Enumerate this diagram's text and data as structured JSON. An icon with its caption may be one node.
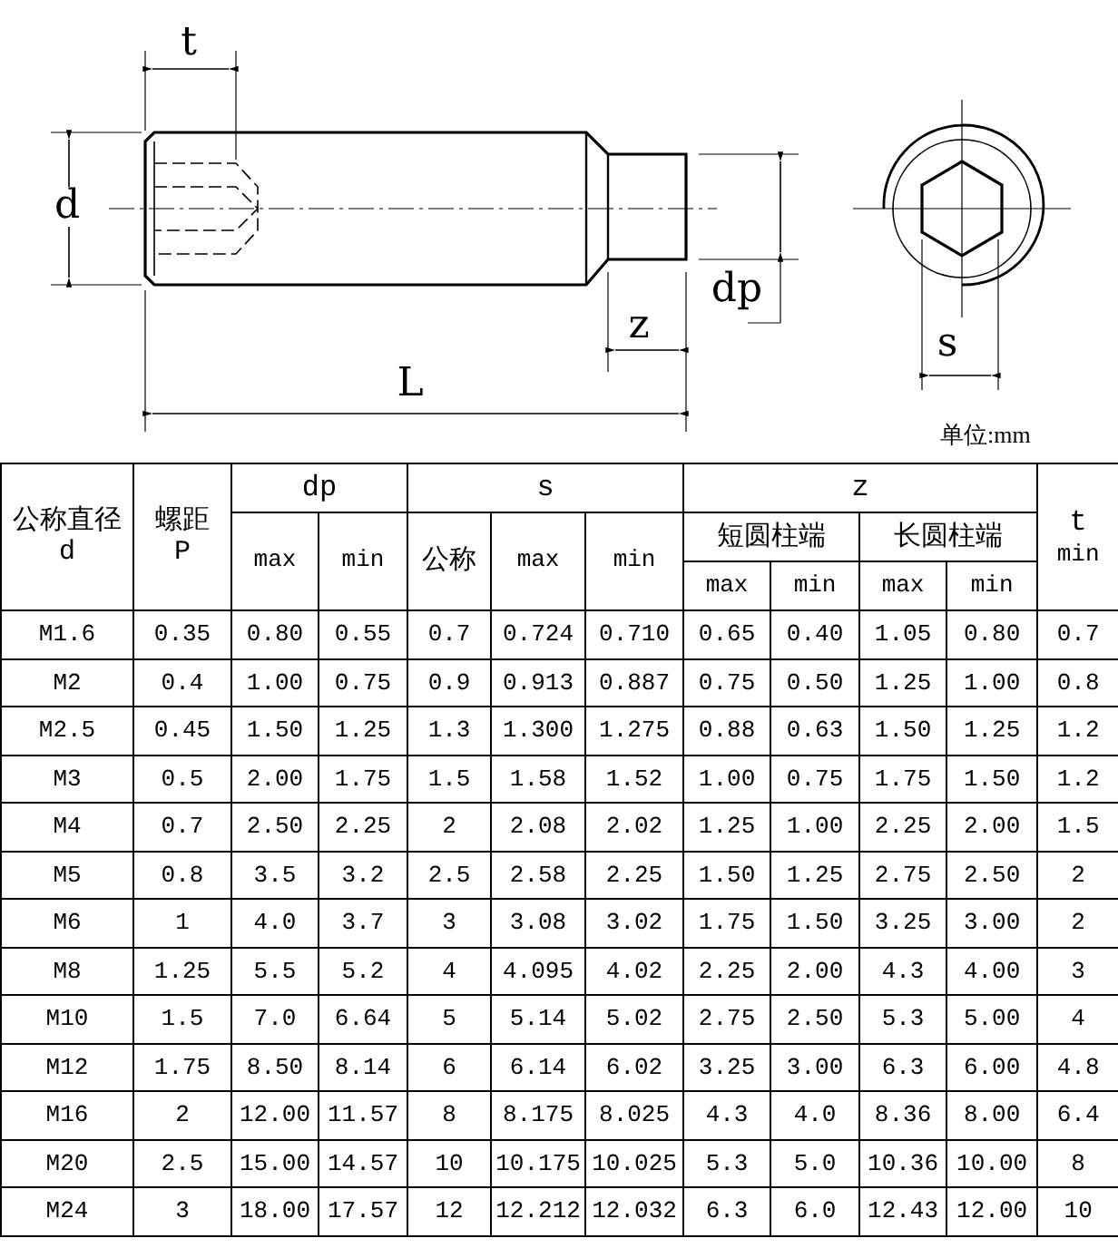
{
  "diagram": {
    "labels": [
      "t",
      "d",
      "dp",
      "z",
      "L",
      "s",
      "单位:mm",
      "公称直径",
      "d",
      "螺距",
      "P",
      "dp",
      "s",
      "z",
      "t",
      "min",
      "max",
      "min",
      "公称",
      "max",
      "min",
      "短圆柱端",
      "长圆柱端",
      "max",
      "min",
      "max",
      "min",
      "M1.6",
      "0.35",
      "0.80",
      "0.55",
      "0.7",
      "0.724",
      "0.710",
      "0.65",
      "0.40",
      "1.05",
      "0.80",
      "0.7",
      "M2",
      "0.4",
      "1.00",
      "0.75",
      "0.9",
      "0.913",
      "0.887",
      "0.75",
      "0.50",
      "1.25",
      "1.00",
      "0.8",
      "M2.5",
      "0.45",
      "1.50",
      "1.25",
      "1.3",
      "1.300",
      "1.275",
      "0.88",
      "0.63",
      "1.50",
      "1.25",
      "1.2",
      "M3",
      "0.5",
      "2.00",
      "1.75",
      "1.5",
      "1.58",
      "1.52",
      "1.00",
      "0.75",
      "1.75",
      "1.50",
      "1.2",
      "M4",
      "0.7",
      "2.50",
      "2.25",
      "2",
      "2.08",
      "2.02",
      "1.25",
      "1.00",
      "2.25",
      "2.00",
      "1.5",
      "M5",
      "0.8",
      "3.5",
      "3.2",
      "2.5",
      "2.58",
      "2.25",
      "1.50",
      "1.25",
      "2.75",
      "2.50",
      "2",
      "M6",
      "1",
      "4.0",
      "3.7",
      "3",
      "3.08",
      "3.02",
      "1.75",
      "1.50",
      "3.25",
      "3.00",
      "2",
      "M8",
      "1.25",
      "5.5",
      "5.2",
      "4",
      "4.095",
      "4.02",
      "2.25",
      "2.00",
      "4.3",
      "4.00",
      "3",
      "M10",
      "1.5",
      "7.0",
      "6.64",
      "5",
      "5.14",
      "5.02",
      "2.75",
      "2.50",
      "5.3",
      "5.00",
      "4",
      "M12",
      "1.75",
      "8.50",
      "8.14",
      "6",
      "6.14",
      "6.02",
      "3.25",
      "3.00",
      "6.3",
      "6.00",
      "4.8",
      "M16",
      "2",
      "12.00",
      "11.57",
      "8",
      "8.175",
      "8.025",
      "4.3",
      "4.0",
      "8.36",
      "8.00",
      "6.4",
      "M20",
      "2.5",
      "15.00",
      "14.57",
      "10",
      "10.175",
      "10.025",
      "5.3",
      "5.0",
      "10.36",
      "10.00",
      "8",
      "M24",
      "3",
      "18.00",
      "17.57",
      "12",
      "12.212",
      "12.032",
      "6.3",
      "6.0",
      "12.43",
      "12.00",
      "10"
    ]
  }
}
